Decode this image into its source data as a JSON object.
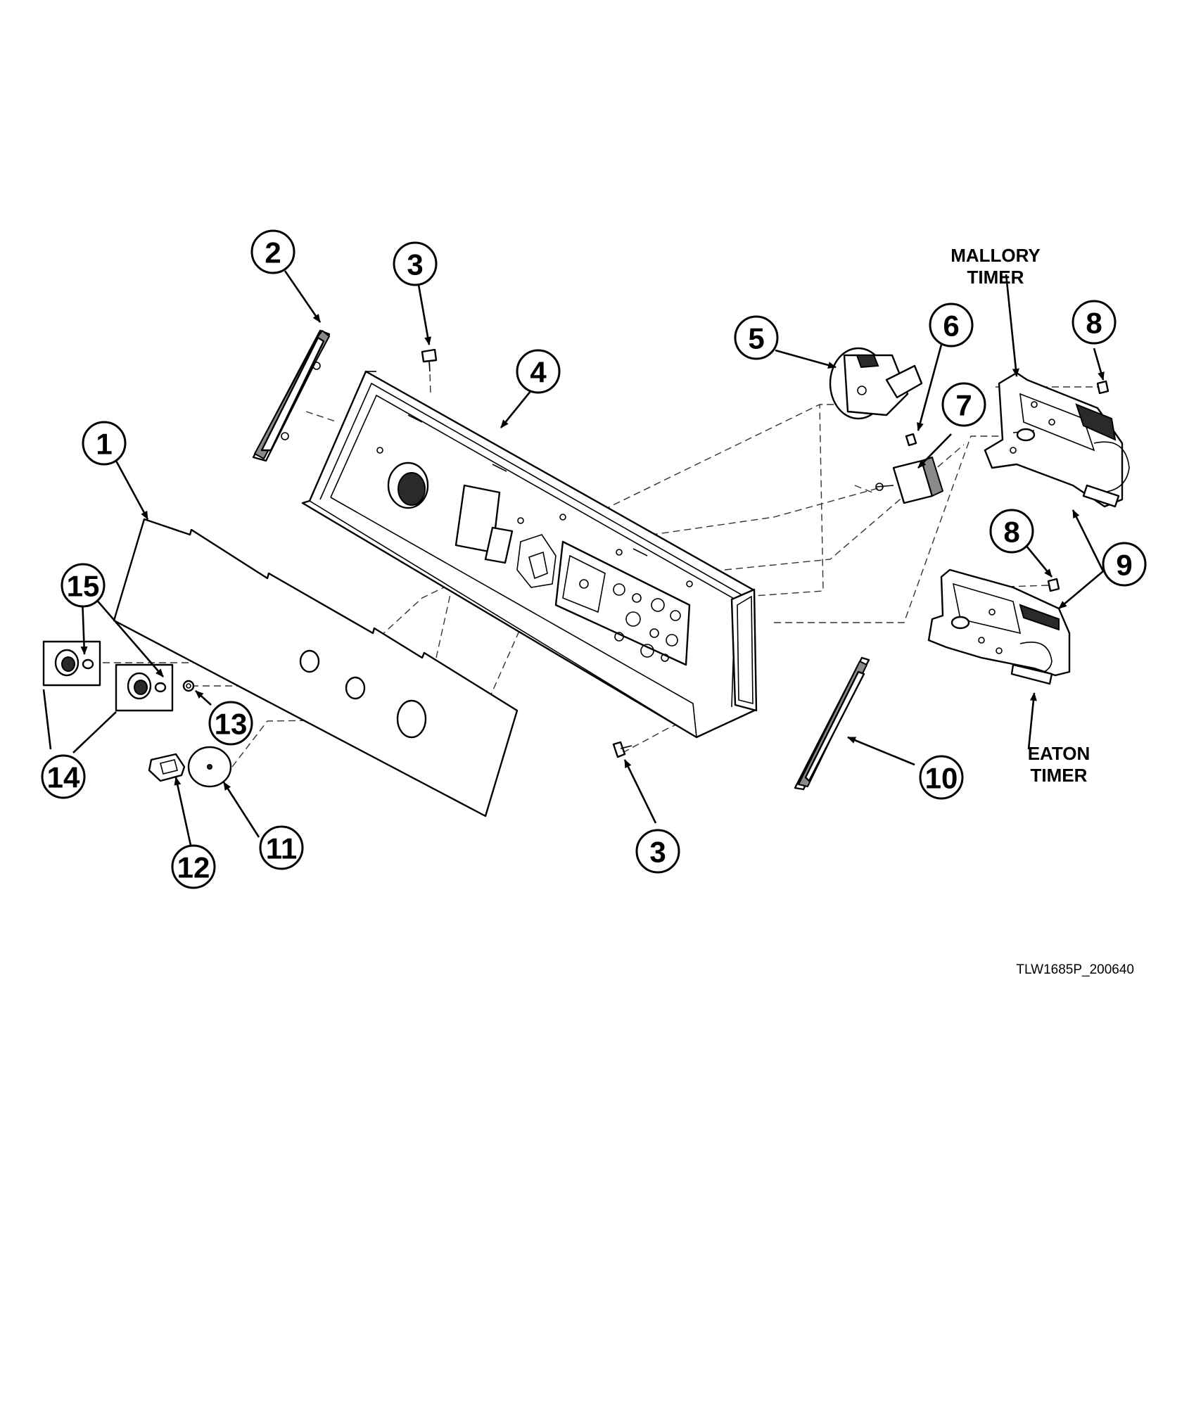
{
  "callouts": [
    {
      "id": "c1",
      "number": "1"
    },
    {
      "id": "c2",
      "number": "2"
    },
    {
      "id": "c3a",
      "number": "3"
    },
    {
      "id": "c3b",
      "number": "3"
    },
    {
      "id": "c4",
      "number": "4"
    },
    {
      "id": "c5",
      "number": "5"
    },
    {
      "id": "c6",
      "number": "6"
    },
    {
      "id": "c7",
      "number": "7"
    },
    {
      "id": "c8a",
      "number": "8"
    },
    {
      "id": "c8b",
      "number": "8"
    },
    {
      "id": "c9",
      "number": "9"
    },
    {
      "id": "c10",
      "number": "10"
    },
    {
      "id": "c11",
      "number": "11"
    },
    {
      "id": "c12",
      "number": "12"
    },
    {
      "id": "c13",
      "number": "13"
    },
    {
      "id": "c14",
      "number": "14"
    },
    {
      "id": "c15",
      "number": "15"
    }
  ],
  "labels": {
    "mallory_line1": "MALLORY",
    "mallory_line2": "TIMER",
    "eaton_line1": "EATON",
    "eaton_line2": "TIMER"
  },
  "drawing_code": "TLW1685P_200640"
}
